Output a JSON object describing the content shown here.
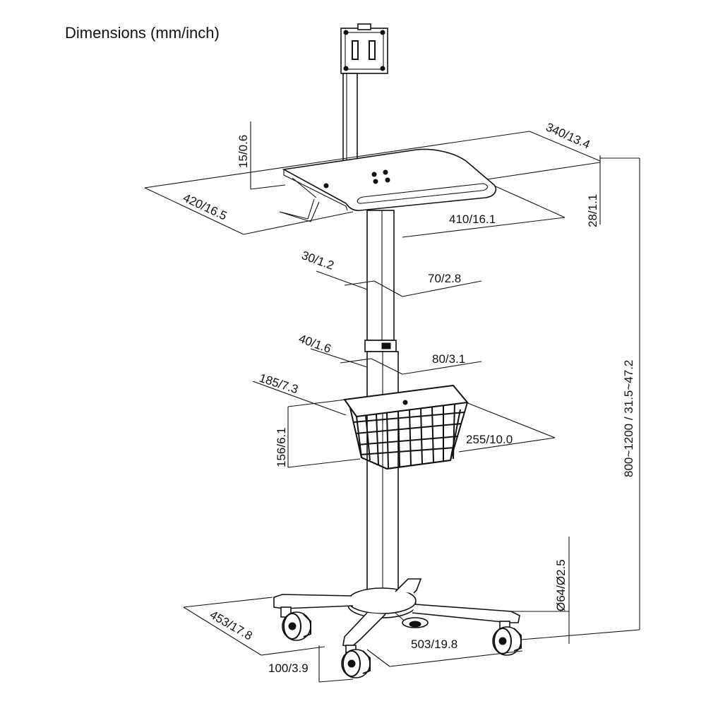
{
  "title": "Dimensions (mm/inch)",
  "dimensions": {
    "tray_height": "15/0.6",
    "tray_width": "340/13.4",
    "tray_depth": "420/16.5",
    "tray_thickness": "28/1.1",
    "tray_inner": "410/16.1",
    "upper_pole_small": "30/1.2",
    "upper_pole_large": "70/2.8",
    "lower_pole_small": "40/1.6",
    "lower_pole_large": "80/3.1",
    "basket_width": "185/7.3",
    "basket_height": "156/6.1",
    "basket_depth": "255/10.0",
    "total_height": "800~1200 / 31.5~47.2",
    "caster_diameter": "Ø64/Ø2.5",
    "base_depth": "453/17.8",
    "base_width": "503/19.8",
    "caster_height": "100/3.9"
  }
}
